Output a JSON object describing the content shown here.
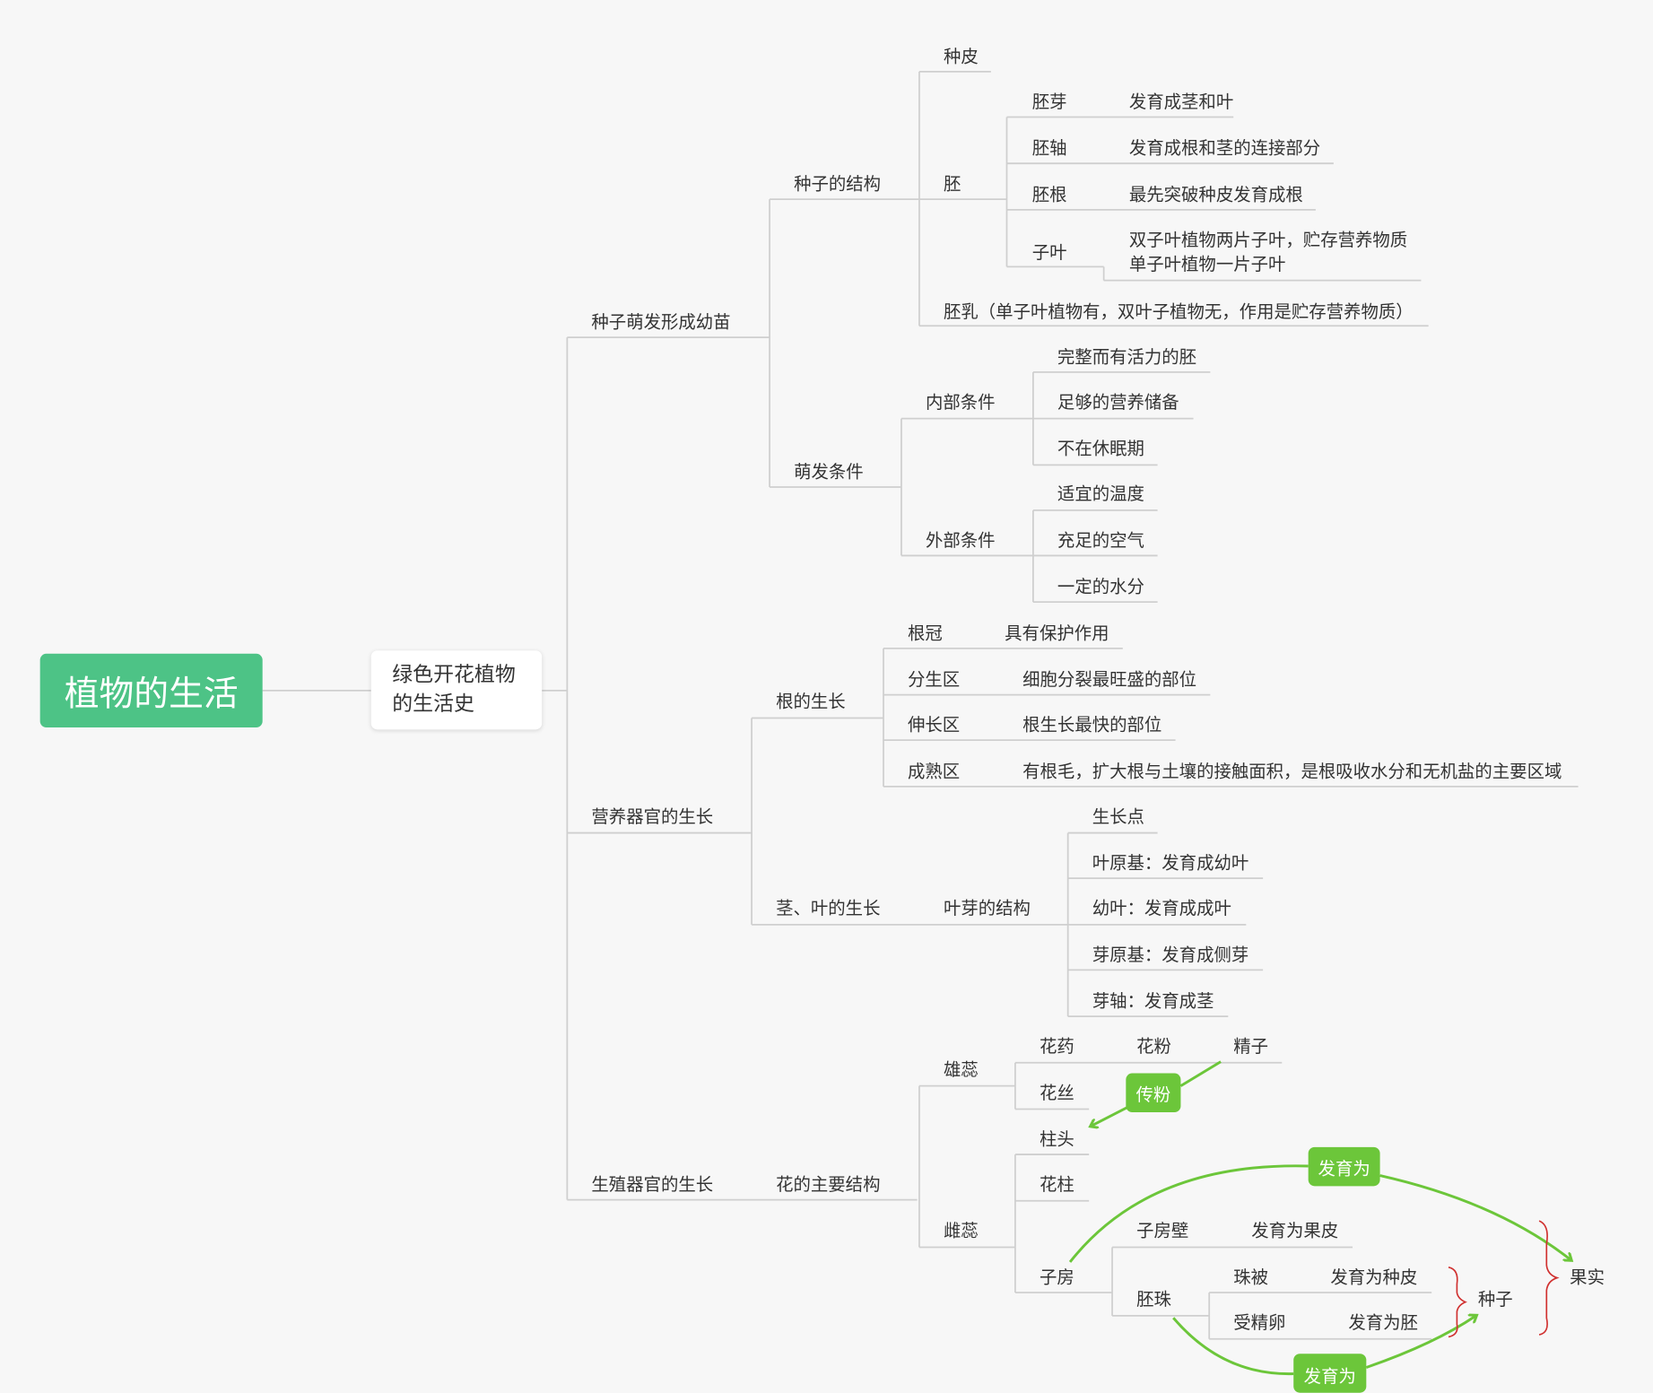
{
  "root": "植物的生活",
  "topic": {
    "line1": "绿色开花植物",
    "line2": "的生活史"
  },
  "seed_germination": {
    "label": "种子萌发形成幼苗",
    "structure": {
      "label": "种子的结构",
      "seed_coat": "种皮",
      "embryo": {
        "label": "胚",
        "plumule": {
          "label": "胚芽",
          "desc": "发育成茎和叶"
        },
        "hypocotyl": {
          "label": "胚轴",
          "desc": "发育成根和茎的连接部分"
        },
        "radicle": {
          "label": "胚根",
          "desc": "最先突破种皮发育成根"
        },
        "cotyledon": {
          "label": "子叶",
          "desc1": "双子叶植物两片子叶，贮存营养物质",
          "desc2": "单子叶植物一片子叶"
        }
      },
      "endosperm": "胚乳（单子叶植物有，双叶子植物无，作用是贮存营养物质）"
    },
    "conditions": {
      "label": "萌发条件",
      "internal": {
        "label": "内部条件",
        "items": [
          "完整而有活力的胚",
          "足够的营养储备",
          "不在休眠期"
        ]
      },
      "external": {
        "label": "外部条件",
        "items": [
          "适宜的温度",
          "充足的空气",
          "一定的水分"
        ]
      }
    }
  },
  "vegetative": {
    "label": "营养器官的生长",
    "root_growth": {
      "label": "根的生长",
      "zones": [
        {
          "label": "根冠",
          "desc": "具有保护作用"
        },
        {
          "label": "分生区",
          "desc": "细胞分裂最旺盛的部位"
        },
        {
          "label": "伸长区",
          "desc": "根生长最快的部位"
        },
        {
          "label": "成熟区",
          "desc": "有根毛，扩大根与土壤的接触面积，是根吸收水分和无机盐的主要区域"
        }
      ]
    },
    "stem_leaf": {
      "label": "茎、叶的生长",
      "bud": {
        "label": "叶芽的结构",
        "items": [
          "生长点",
          "叶原基：发育成幼叶",
          "幼叶：发育成成叶",
          "芽原基：发育成侧芽",
          "芽轴：发育成茎"
        ]
      }
    }
  },
  "reproductive": {
    "label": "生殖器官的生长",
    "flower": {
      "label": "花的主要结构",
      "stamen": {
        "label": "雄蕊",
        "anther": "花药",
        "pollen": "花粉",
        "sperm": "精子",
        "filament": "花丝"
      },
      "pistil": {
        "label": "雌蕊",
        "stigma": "柱头",
        "style": "花柱",
        "ovary": {
          "label": "子房",
          "wall": "子房壁",
          "wall_desc": "发育为果皮",
          "ovule": {
            "label": "胚珠",
            "integument": "珠被",
            "integument_desc": "发育为种皮",
            "zygote": "受精卵",
            "zygote_desc": "发育为胚"
          }
        }
      }
    },
    "seed": "种子",
    "fruit": "果实",
    "pollination": "传粉",
    "develops_into_top": "发育为",
    "develops_into_bottom": "发育为"
  },
  "colors": {
    "root": "#4dc386",
    "badge": "#6cc63a",
    "line": "#cfcfcf",
    "brace": "#d0302f",
    "background": "#f7f7f7"
  }
}
